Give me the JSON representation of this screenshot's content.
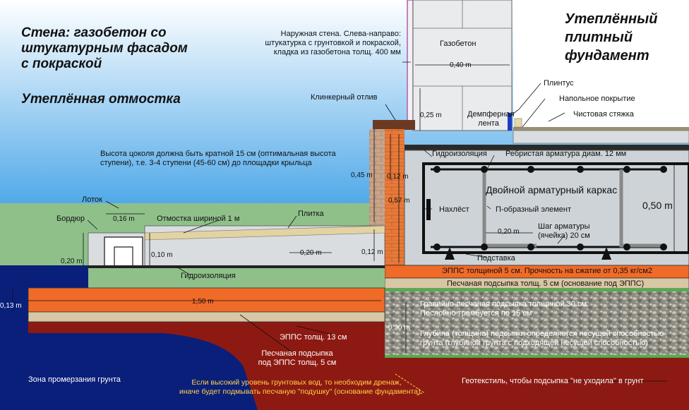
{
  "titles": {
    "wall_heading": [
      "Стена: газобетон со",
      "штукатурным фасадом",
      "с покраской"
    ],
    "blind_area_heading": "Утеплённая отмостка",
    "foundation_heading": [
      "Утеплённый",
      "плитный",
      "фундамент"
    ]
  },
  "labels": {
    "outer_wall": [
      "Наружная стена. Слева-направо:",
      "штукатурка с грунтовкой и покраской,",
      "кладка из газобетона толщ. 400 мм"
    ],
    "aerated_concrete": "Газобетон",
    "wall_thickness": "0,40 m",
    "clinker_drip": "Клинкерный отлив",
    "damper_tape": [
      "Демпферная",
      "лента"
    ],
    "dim_025": "0,25 m",
    "skirting": "Плинтус",
    "floor_covering": "Напольное покрытие",
    "finish_screed": "Чистовая стяжка",
    "waterproofing_top": "Гидроизоляция",
    "ribbed_rebar": "Ребристая арматура диам. 12 мм",
    "plinth_note": [
      "Высота цоколя должна быть кратной 15 см (оптимальная высота",
      "ступени), т.е. 3-4 ступени (45-60 см) до площадки крыльца"
    ],
    "dim_045": "0,45 m",
    "dim_012_top": "0,12 m",
    "dim_057": "0,57 m",
    "rebar_cage": "Двойной арматурный каркас",
    "overlap": "Нахлёст",
    "u_element": "П-образный элемент",
    "dim_050": "0,50 m",
    "dim_020_rebar": "0,20 m",
    "rebar_pitch": [
      "Шаг арматуры",
      "(ячейка) 20 см"
    ],
    "support": "Подставка",
    "tray": "Лоток",
    "curb": "Бордюр",
    "dim_016": "0,16 m",
    "blind_area_width": "Отмостка шириной 1 м",
    "tile": "Плитка",
    "dim_020_curb": "0,20 m",
    "dim_010": "0,10 m",
    "dim_020_blind": "0,20 m",
    "dim_012_blind": "0,12 m",
    "waterproofing_blind": "Гидроизоляция",
    "epps_slab": "ЭППС толщиной 5 см. Прочность на сжатие от 0,35 кг/см2",
    "sand_slab": "Песчаная подсыпка толщ. 5 см (основание под ЭППС)",
    "dim_013": "0,13 m",
    "dim_150": "1,50 m",
    "gravel_bed": [
      "Гравийно-песчаная подсыпка толщиной 30 см.",
      "Послойно трамбуется по 15 см"
    ],
    "dim_030": "0,30 m",
    "depth_note": [
      "Глубина (толщина) подсыпки определяется несущей способностью",
      "грунта (глубиной грунта с подходящей несущей способностью)"
    ],
    "epps_blind": "ЭППС толщ. 13 см",
    "sand_blind": [
      "Песчаная подсыпка",
      "под ЭППС толщ. 5 см"
    ],
    "frost_zone": "Зона промерзания грунта",
    "drainage_note": [
      "Если высокий уровень грунтовых вод, то необходим дренаж,",
      "иначе будет подмывать песчаную \"подушку\" (основание фундамента)"
    ],
    "geotextile": "Геотекстиль, чтобы подсыпка \"не уходила\" в грунт"
  },
  "colors": {
    "sky": "#4aa6e8",
    "grass": "#8fc08a",
    "soil": "#8c1a12",
    "frost": "#0a1f7a",
    "epps": "#f06a28",
    "sand": "#d8c7a4",
    "concrete": "#cdd3d7",
    "geotextile": "#4fb04a"
  }
}
